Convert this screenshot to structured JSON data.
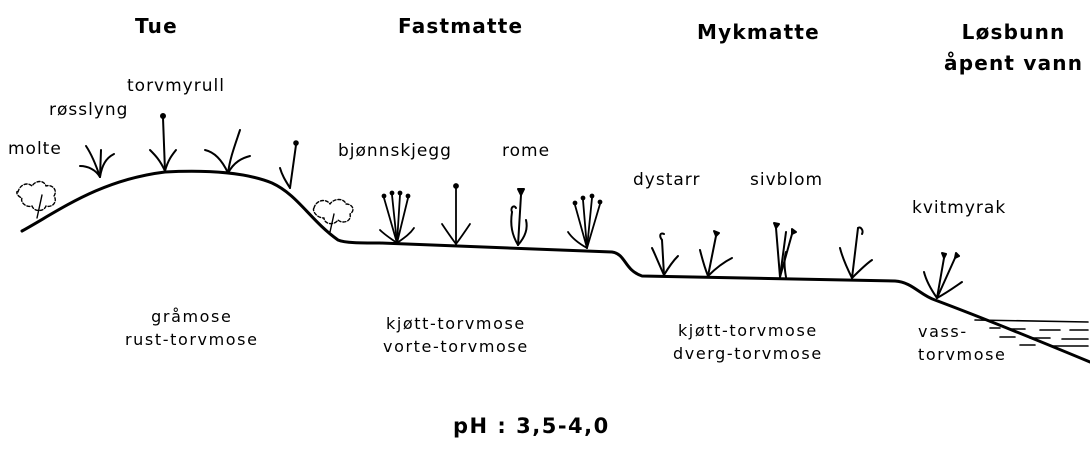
{
  "zones": {
    "tue": "Tue",
    "fastmatte": "Fastmatte",
    "mykmatte": "Mykmatte",
    "losbunn_line1": "Løsbunn",
    "losbunn_line2": "åpent vann"
  },
  "plants": {
    "torvmyrull": "torvmyrull",
    "rosslyng": "røsslyng",
    "molte": "molte",
    "bjonnskjegg": "bjønnskjegg",
    "rome": "rome",
    "dystarr": "dystarr",
    "sivblom": "sivblom",
    "kvitmyrak": "kvitmyrak"
  },
  "mosses": {
    "tue": [
      "gråmose",
      "rust-torvmose"
    ],
    "fastmatte": [
      "kjøtt-torvmose",
      "vorte-torvmose"
    ],
    "mykmatte": [
      "kjøtt-torvmose",
      "dverg-torvmose"
    ],
    "losbunn": [
      "vass-",
      "torvmose"
    ]
  },
  "ph": "pH : 3,5-4,0"
}
